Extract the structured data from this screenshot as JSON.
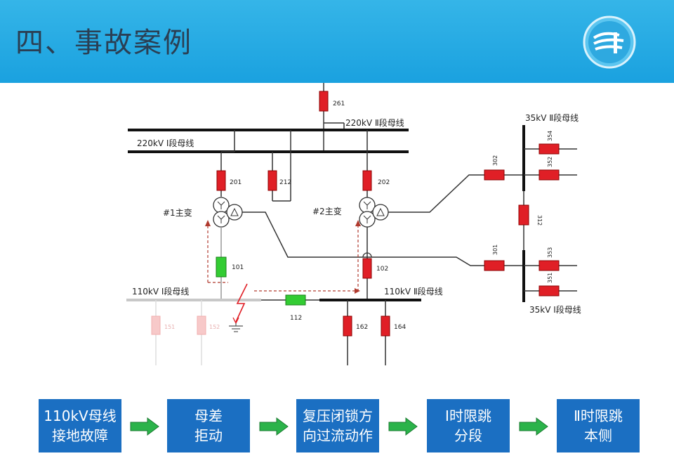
{
  "title": "四、事故案例",
  "colors": {
    "header": "#1aa1df",
    "breaker_closed": "#e01f26",
    "breaker_open": "#33cc33",
    "box": "#1b6fc2",
    "arrow": "#2bb34a"
  },
  "diagram": {
    "bus_220_1": "220kV Ⅰ段母线",
    "bus_220_2": "220kV Ⅱ段母线",
    "bus_110_1": "110kV Ⅰ段母线",
    "bus_110_2": "110kV Ⅱ段母线",
    "bus_35_2": "35kV Ⅱ段母线",
    "bus_35_1": "35kV Ⅰ段母线",
    "tr1": "#1主变",
    "tr2": "#2主变",
    "b261": "261",
    "b201": "201",
    "b212": "212",
    "b202": "202",
    "b101": "101",
    "b102": "102",
    "b112": "112",
    "b162": "162",
    "b164": "164",
    "b151": "151",
    "b152": "152",
    "b302": "302",
    "b301": "301",
    "b312": "312",
    "b354": "354",
    "b352": "352",
    "b353": "353",
    "b351": "351"
  },
  "flow": [
    "110kV母线\n接地故障",
    "母差\n拒动",
    "复压闭锁方\n向过流动作",
    "Ⅰ时限跳\n分段",
    "Ⅱ时限跳\n本侧"
  ]
}
